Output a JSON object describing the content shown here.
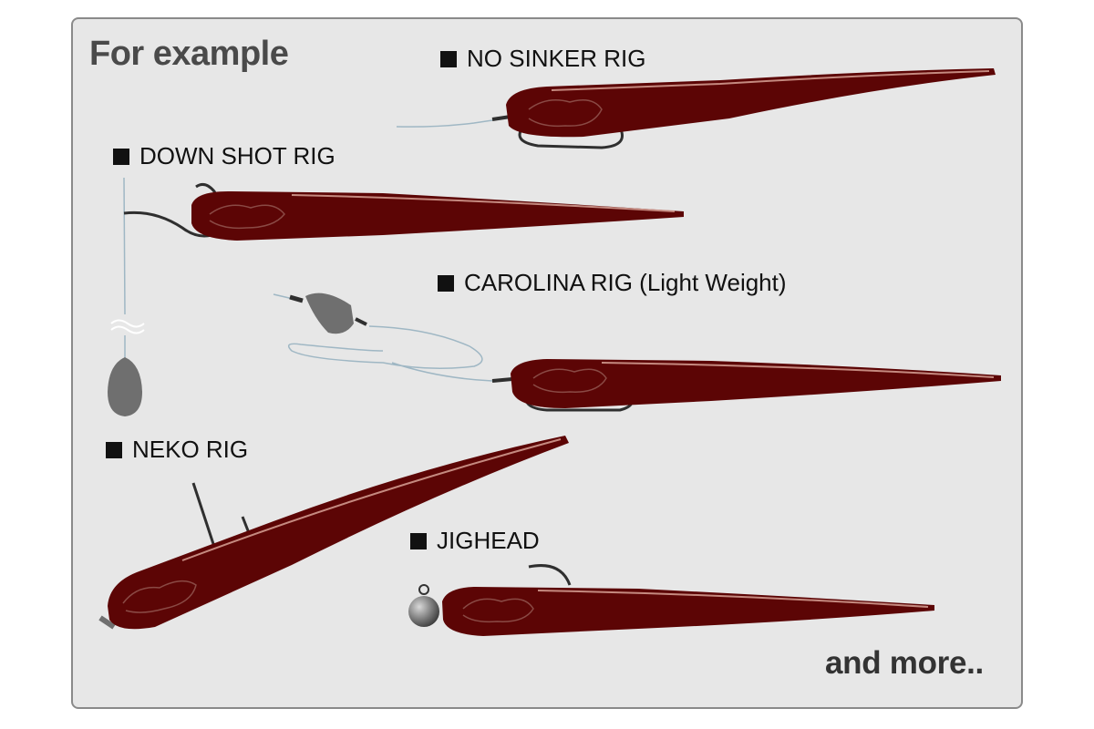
{
  "heading": "For example",
  "rigs": [
    {
      "label": "NO SINKER RIG"
    },
    {
      "label": "DOWN SHOT RIG"
    },
    {
      "label": "CAROLINA RIG (Light Weight)"
    },
    {
      "label": "NEKO RIG"
    },
    {
      "label": "JIGHEAD"
    }
  ],
  "footer": "and more..",
  "colors": {
    "panel_bg": "#e7e7e7",
    "panel_border": "#8a8a8a",
    "worm_body": "#5c0505",
    "worm_highlight": "#c58a80",
    "hook": "#2f2f2f",
    "line": "#9fb7c4",
    "weight": "#6f6f6f"
  }
}
